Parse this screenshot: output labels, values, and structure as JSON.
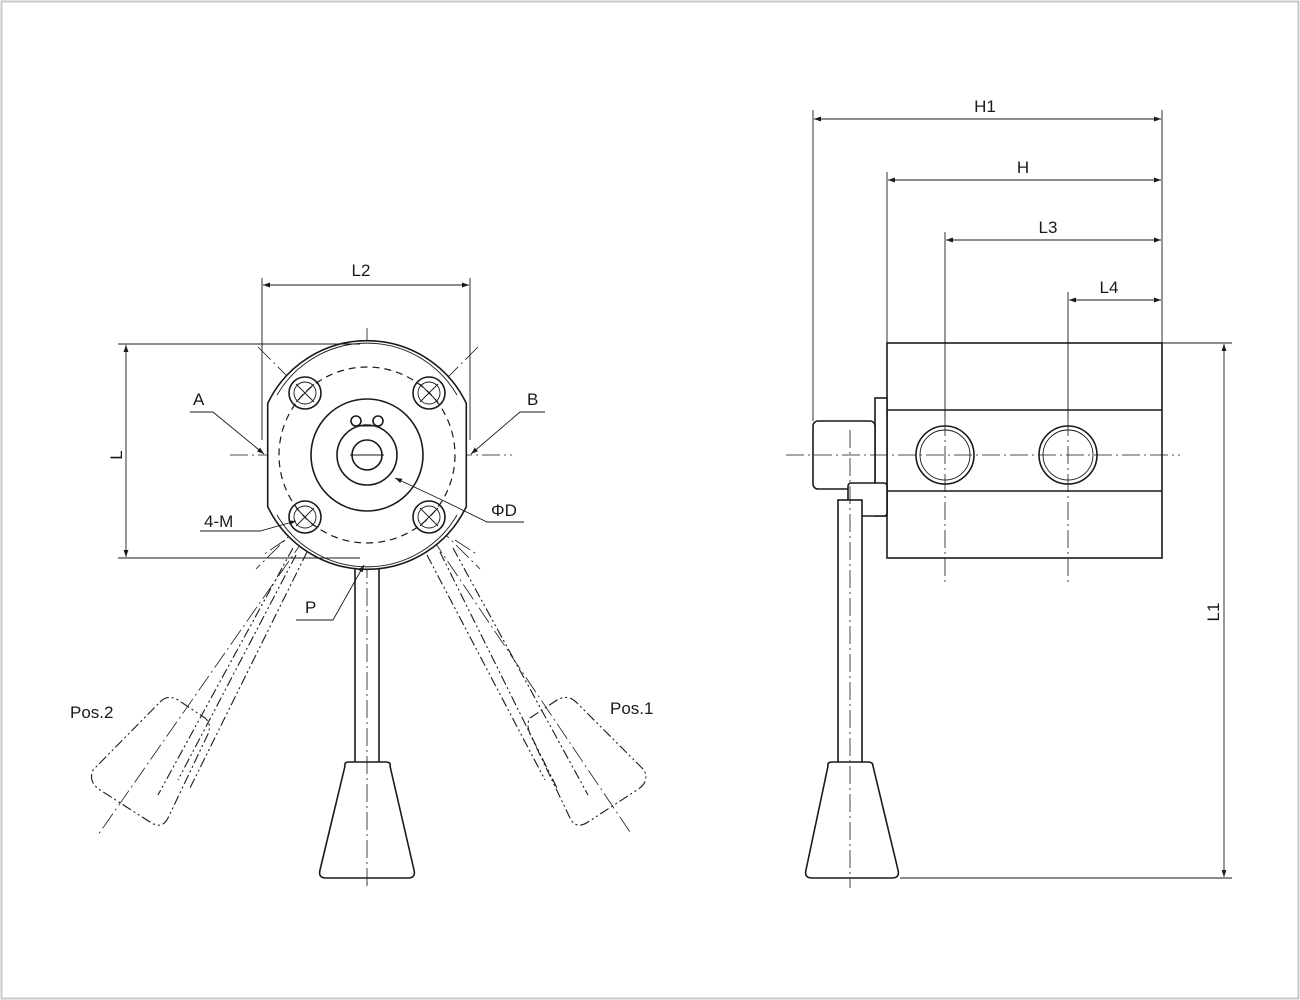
{
  "labels": {
    "l2": "L2",
    "l": "L",
    "a": "A",
    "b": "B",
    "four_m": "4-M",
    "phi_d": "ΦD",
    "p": "P",
    "pos2": "Pos.2",
    "pos1": "Pos.1",
    "h1": "H1",
    "h": "H",
    "l3": "L3",
    "l4": "L4",
    "l1": "L1"
  }
}
